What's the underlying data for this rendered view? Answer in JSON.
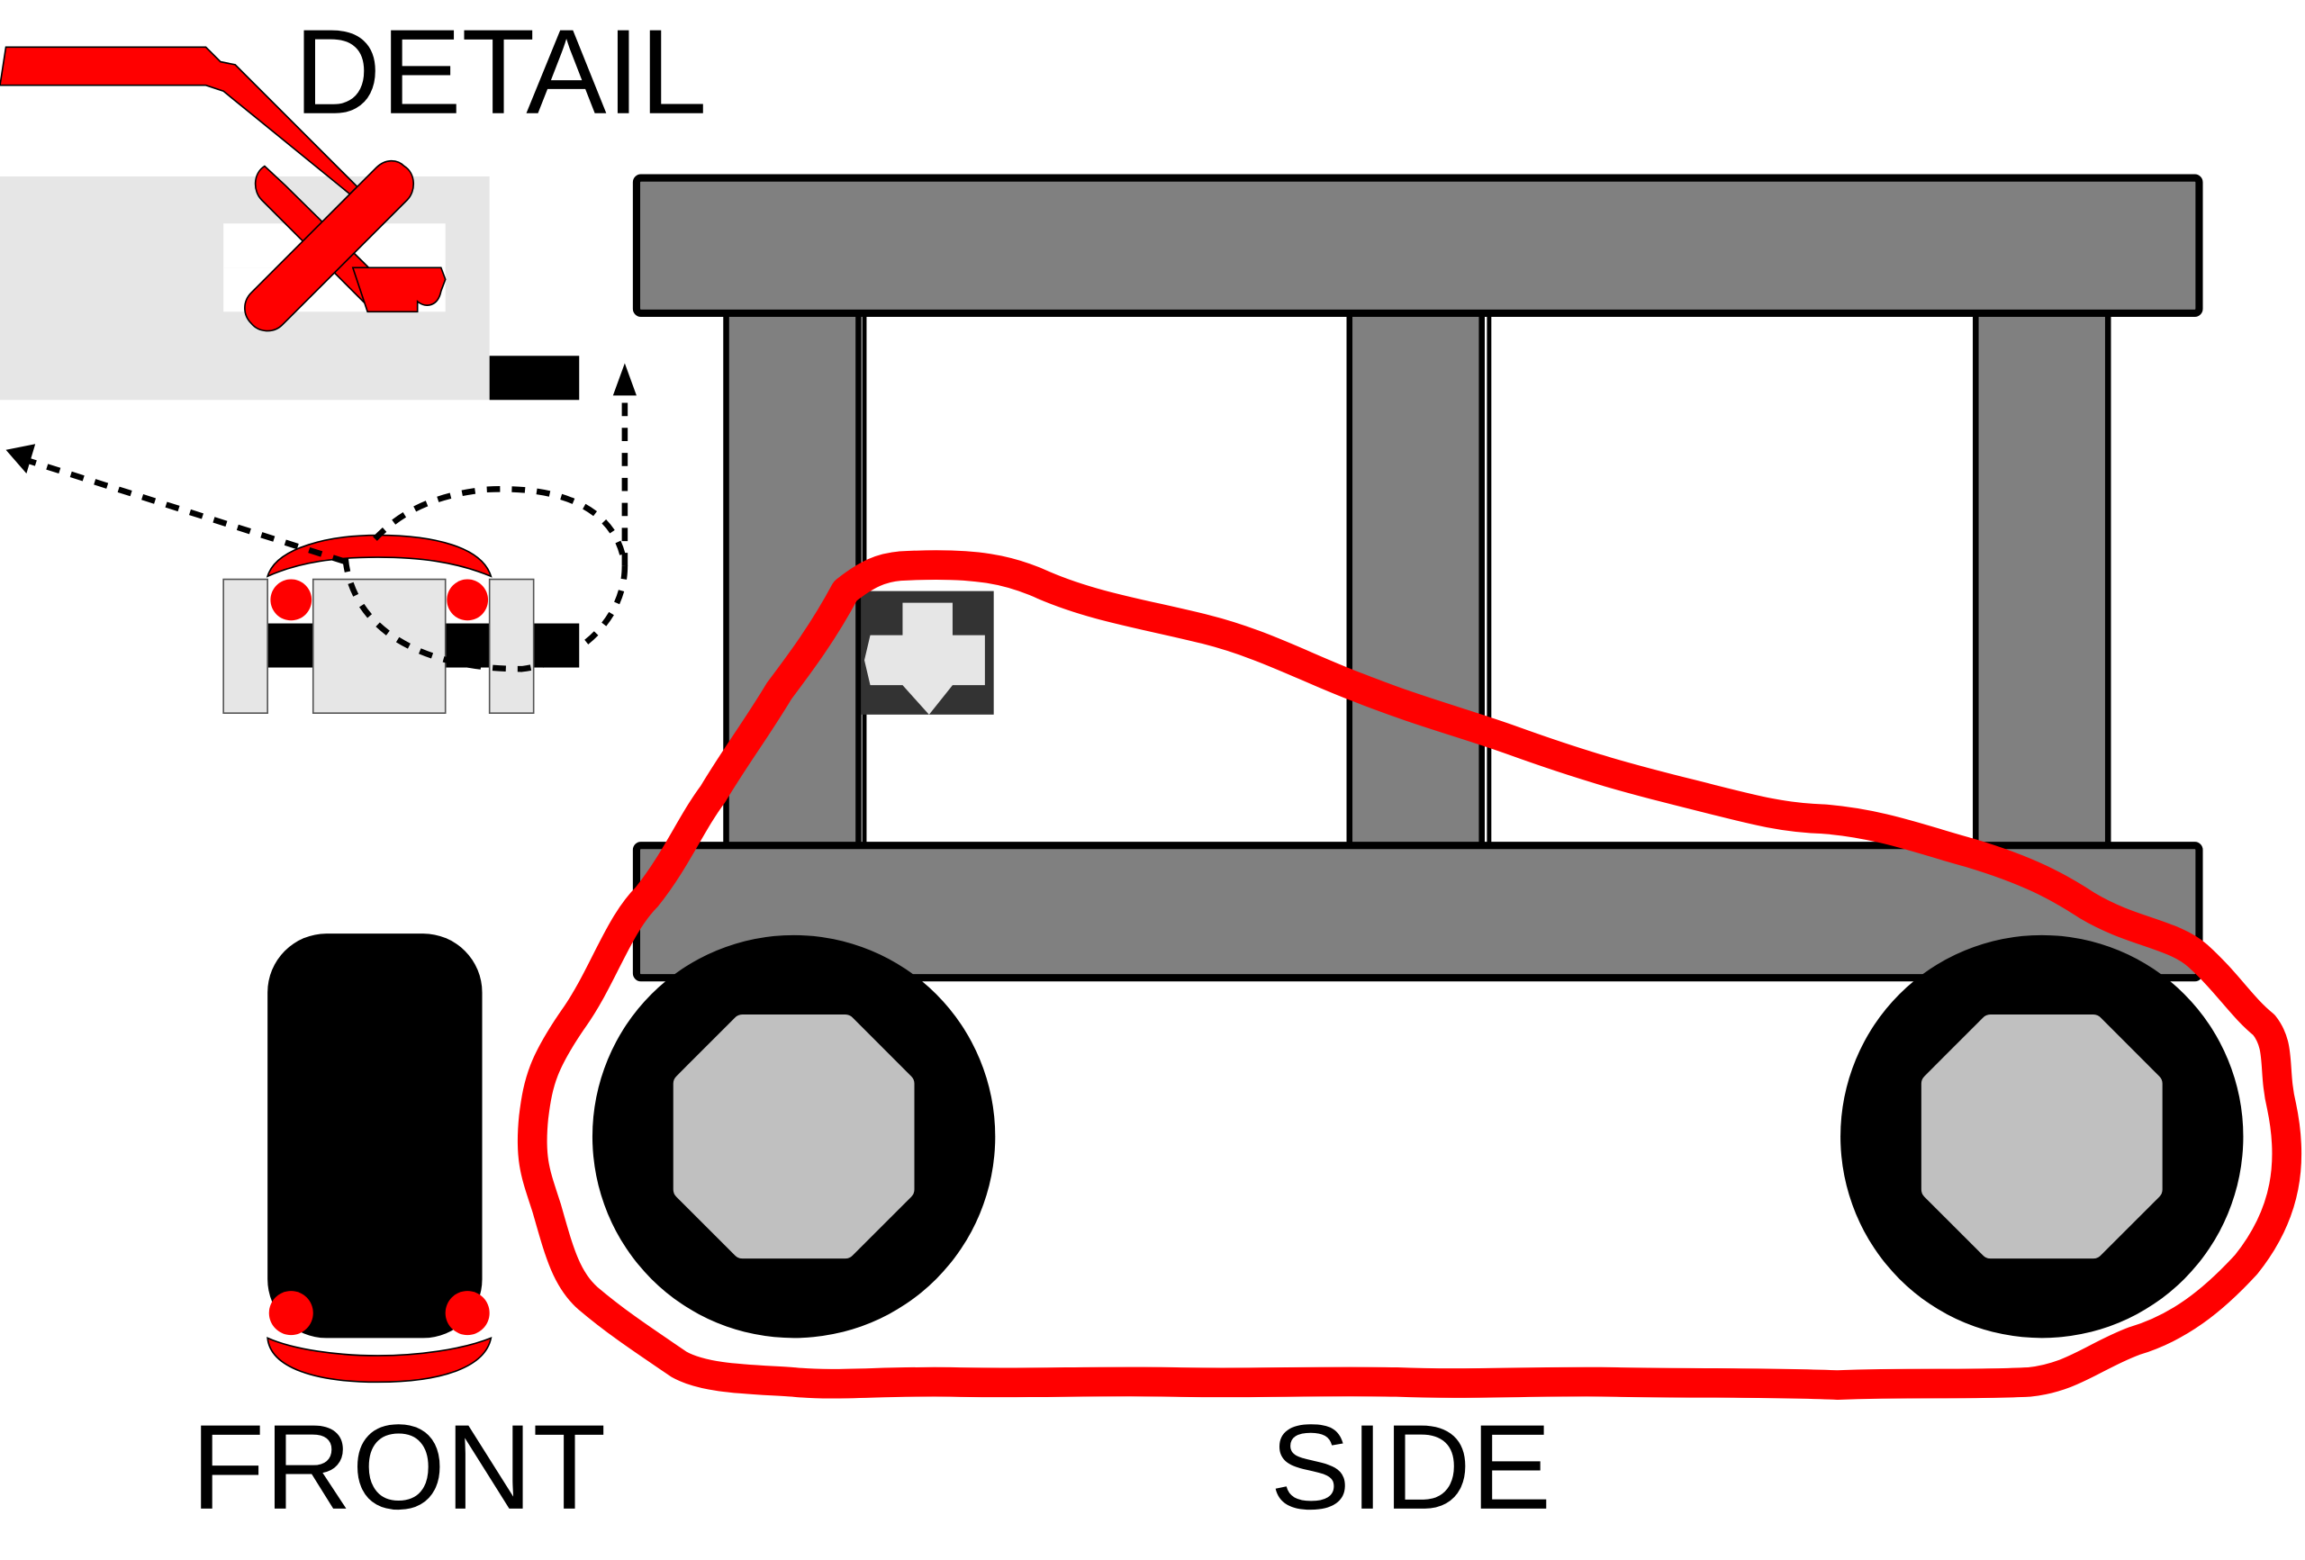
{
  "labels": {
    "detail": "DETAIL",
    "front": "FRONT",
    "side": "SIDE"
  },
  "colors": {
    "track_red": "#ff0000",
    "frame_gray": "#808080",
    "light_gray": "#e6e6e6",
    "hub_gray": "#c0c0c0",
    "outline_black": "#000000",
    "sprocket_dark": "#333333"
  }
}
